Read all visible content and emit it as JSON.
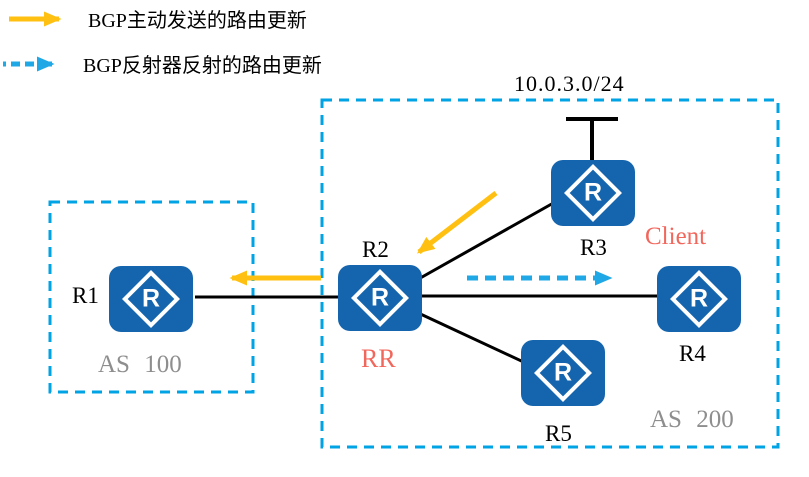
{
  "colors": {
    "router_blue": "#1565AE",
    "box_dash_blue": "#00A3E3",
    "arrow_blue": "#1FA8E5",
    "arrow_yellow": "#FFC011",
    "role_red": "#F2675C",
    "as_label_gray": "#8E8E8E",
    "line_black": "#000000",
    "text_black": "#000000"
  },
  "legend": {
    "items": [
      {
        "label": "BGP主动发送的路由更新",
        "arrow_style": "solid",
        "arrow_color": "#FFC011"
      },
      {
        "label": "BGP反射器反射的路由更新",
        "arrow_style": "dashed",
        "arrow_color": "#1FA8E5"
      }
    ]
  },
  "diagram": {
    "network_label": "10.0.3.0/24",
    "router_icon_letter": "R",
    "as_groups": [
      {
        "label": "AS 100",
        "members": [
          "R1"
        ]
      },
      {
        "label": "AS 200",
        "members": [
          "R2",
          "R3",
          "R4",
          "R5"
        ]
      }
    ],
    "routers": [
      {
        "label": "R1"
      },
      {
        "label": "R2"
      },
      {
        "label": "R3"
      },
      {
        "label": "R4"
      },
      {
        "label": "R5"
      }
    ],
    "role_labels": [
      {
        "text": "RR",
        "near": "R2"
      },
      {
        "text": "Client",
        "near": "R4"
      }
    ],
    "links": [
      "R1-R2",
      "R2-R3",
      "R2-R4",
      "R2-R5",
      "R3-10.0.3.0/24"
    ],
    "flows": [
      {
        "type": "BGP主动发送的路由更新",
        "from": "R3",
        "to": "R2",
        "style": "solid-yellow"
      },
      {
        "type": "BGP主动发送的路由更新",
        "from": "R2",
        "to": "R1",
        "style": "solid-yellow"
      },
      {
        "type": "BGP反射器反射的路由更新",
        "from": "R2",
        "to": "R4",
        "style": "dashed-blue"
      }
    ]
  }
}
